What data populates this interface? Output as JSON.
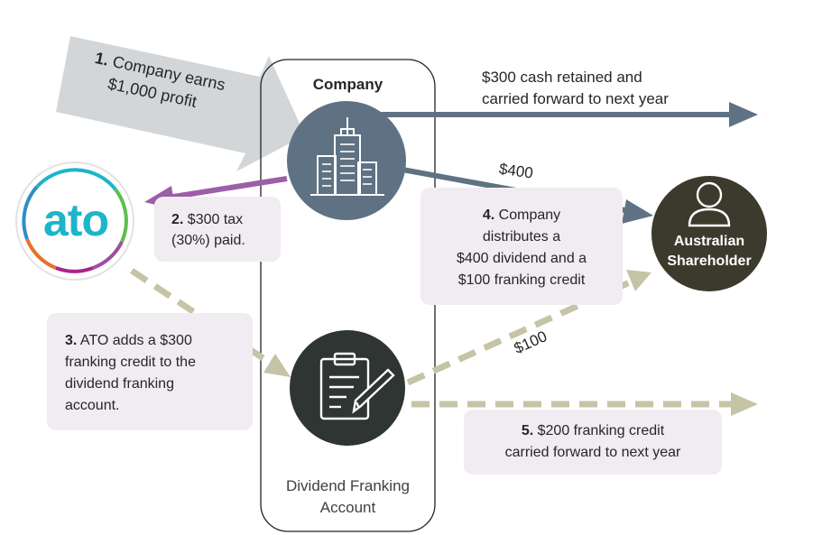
{
  "company": {
    "title": "Company"
  },
  "step1": {
    "num": "1.",
    "text_line1": "Company earns",
    "text_line2": "$1,000 profit"
  },
  "step2": {
    "num": "2.",
    "text_line1": "$300 tax",
    "text_line2": "(30%) paid."
  },
  "step3": {
    "num": "3.",
    "line1": "ATO adds a $300",
    "line2": "franking credit to the",
    "line3": "dividend franking",
    "line4": "account."
  },
  "step4": {
    "num": "4.",
    "line1": "Company",
    "line2": "distributes a",
    "line3": "$400 dividend and a",
    "line4": "$100 franking credit"
  },
  "step5": {
    "num": "5.",
    "line1": "$200 franking credit",
    "line2": "carried forward to next year"
  },
  "retained": {
    "line1": "$300 cash retained and",
    "line2": "carried forward to next year"
  },
  "dividend_amount": "$400",
  "franking_amount": "$100",
  "shareholder": {
    "line1": "Australian",
    "line2": "Shareholder"
  },
  "franking_account": {
    "line1": "Dividend Franking",
    "line2": "Account"
  },
  "ato_logo": {
    "text": "ato"
  },
  "colors": {
    "slate": "#5f7283",
    "purple": "#9c5ea8",
    "olive_dashed": "#c5c4a6",
    "dark_olive": "#3b3a2c",
    "dark_green": "#2e3532",
    "pill_bg": "#f1ecf1",
    "ato_teal": "#1cb5c9"
  }
}
